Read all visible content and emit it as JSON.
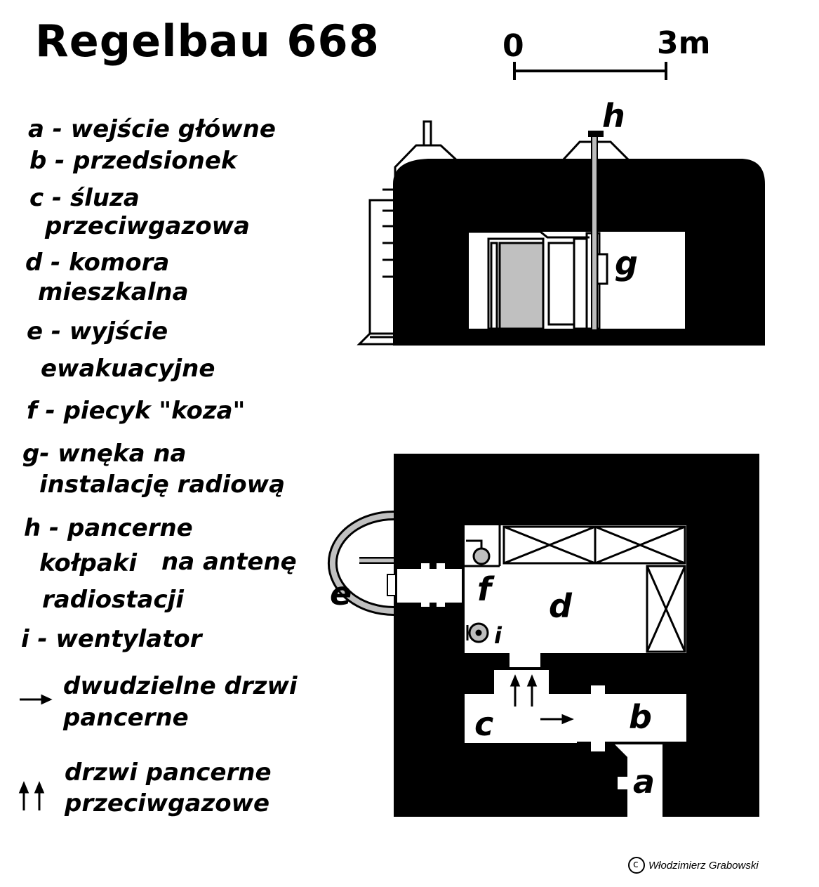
{
  "title": "Regelbau 668",
  "scale": {
    "start": "0",
    "end": "3m"
  },
  "legend": {
    "a": "a - wejście główne",
    "b": "b - przedsionek",
    "c1": "c - śluza",
    "c2": "przeciwgazowa",
    "d1": "d - komora",
    "d2": "mieszkalna",
    "e1": "e - wyjście",
    "e2": "ewakuacyjne",
    "f": "f - piecyk \"koza\"",
    "g1": "g- wnęka na",
    "g2": "instalację radiową",
    "h1": "h - pancerne",
    "h2": "kołpaki",
    "h3": "na antenę",
    "h4": "radiostacji",
    "i": "i - wentylator",
    "door1": "dwudzielne drzwi",
    "door2": "pancerne",
    "door3": "drzwi pancerne",
    "door4": "przeciwgazowe"
  },
  "labels": {
    "a": "a",
    "b": "b",
    "c": "c",
    "d": "d",
    "e": "e",
    "f": "f",
    "g": "g",
    "h": "h",
    "i": "i"
  },
  "copyright": {
    "symbol": "c",
    "author": "Włodzimierz Grabowski"
  }
}
